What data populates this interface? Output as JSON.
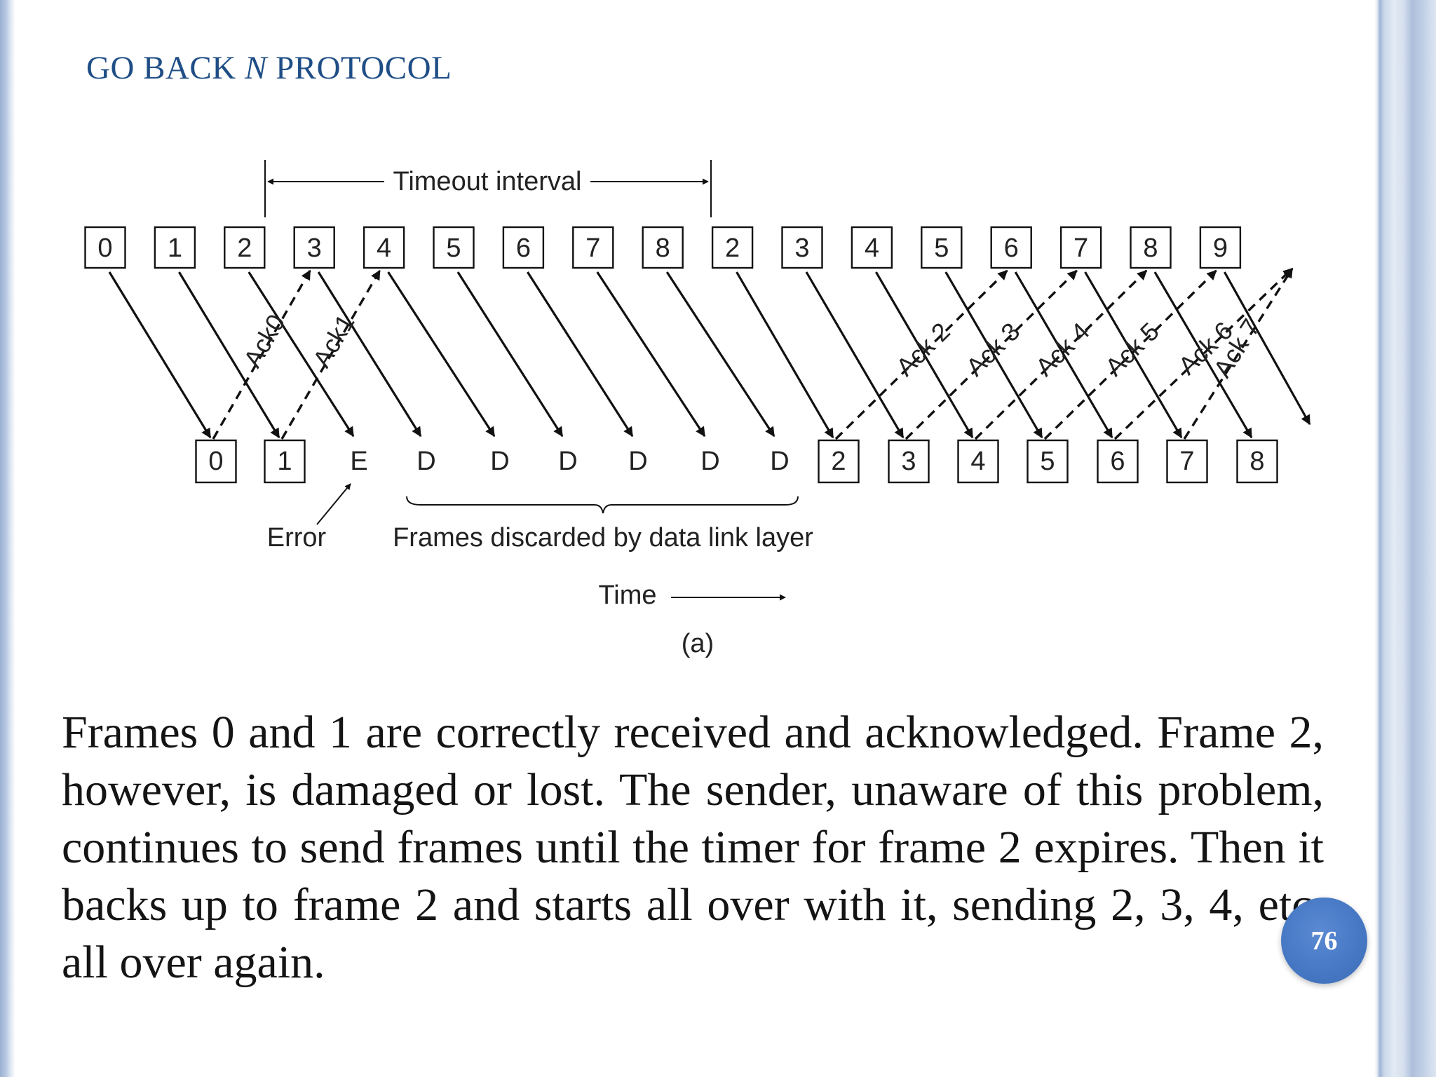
{
  "slide": {
    "title_prefix": "GO BACK ",
    "title_italic": "N",
    "title_suffix": " PROTOCOL",
    "page_number": "76",
    "body_text": "Frames 0 and 1 are correctly received and acknowledged. Frame 2, however, is damaged or lost. The sender, unaware of this problem, continues to send frames until the timer for frame 2 expires. Then it backs up to frame 2 and starts all over with it, sending 2, 3, 4, etc. all over again."
  },
  "diagram": {
    "timeout_label": "Timeout interval",
    "sender_frames": [
      "0",
      "1",
      "2",
      "3",
      "4",
      "5",
      "6",
      "7",
      "8",
      "2",
      "3",
      "4",
      "5",
      "6",
      "7",
      "8",
      "9"
    ],
    "receiver_items": [
      {
        "label": "0",
        "boxed": true
      },
      {
        "label": "1",
        "boxed": true
      },
      {
        "label": "E",
        "boxed": false
      },
      {
        "label": "D",
        "boxed": false
      },
      {
        "label": "D",
        "boxed": false
      },
      {
        "label": "D",
        "boxed": false
      },
      {
        "label": "D",
        "boxed": false
      },
      {
        "label": "D",
        "boxed": false
      },
      {
        "label": "D",
        "boxed": false
      },
      {
        "label": "2",
        "boxed": true
      },
      {
        "label": "3",
        "boxed": true
      },
      {
        "label": "4",
        "boxed": true
      },
      {
        "label": "5",
        "boxed": true
      },
      {
        "label": "6",
        "boxed": true
      },
      {
        "label": "7",
        "boxed": true
      },
      {
        "label": "8",
        "boxed": true
      }
    ],
    "acks": [
      "Ack0",
      "Ack1",
      "Ack 2",
      "Ack 3",
      "Ack 4",
      "Ack 5",
      "Ack 6",
      "Ack 7"
    ],
    "error_label": "Error",
    "discarded_label": "Frames discarded by data link layer",
    "time_label": "Time",
    "caption": "(a)"
  }
}
